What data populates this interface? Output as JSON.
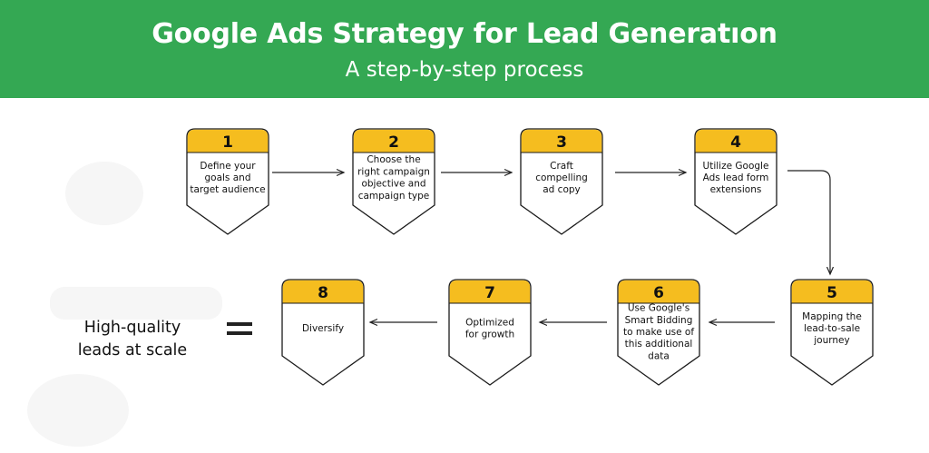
{
  "header": {
    "title": "Google Ads Strategy for Lead Generatıon",
    "subtitle": "A step-by-step process",
    "background_color": "#34a853"
  },
  "colors": {
    "step_tab": "#f5bd1f",
    "step_outline": "#1a1a1a",
    "connector": "#222222"
  },
  "steps": [
    {
      "number": "1",
      "lines": [
        "Define your",
        "goals and",
        "target audience"
      ]
    },
    {
      "number": "2",
      "lines": [
        "Choose the",
        "right campaign",
        "objective and",
        "campaign type"
      ]
    },
    {
      "number": "3",
      "lines": [
        "Craft",
        "compelling",
        "ad copy"
      ]
    },
    {
      "number": "4",
      "lines": [
        "Utilize Google",
        "Ads lead form",
        "extensions"
      ]
    },
    {
      "number": "5",
      "lines": [
        "Mapping the",
        "lead-to-sale",
        "journey"
      ]
    },
    {
      "number": "6",
      "lines": [
        "Use Google's",
        "Smart Bidding",
        "to make use of",
        "this additional",
        "data"
      ]
    },
    {
      "number": "7",
      "lines": [
        "Optimized",
        "for growth"
      ]
    },
    {
      "number": "8",
      "lines": [
        "Diversify"
      ]
    }
  ],
  "result": {
    "lines": [
      "High-quality",
      "leads at scale"
    ]
  }
}
